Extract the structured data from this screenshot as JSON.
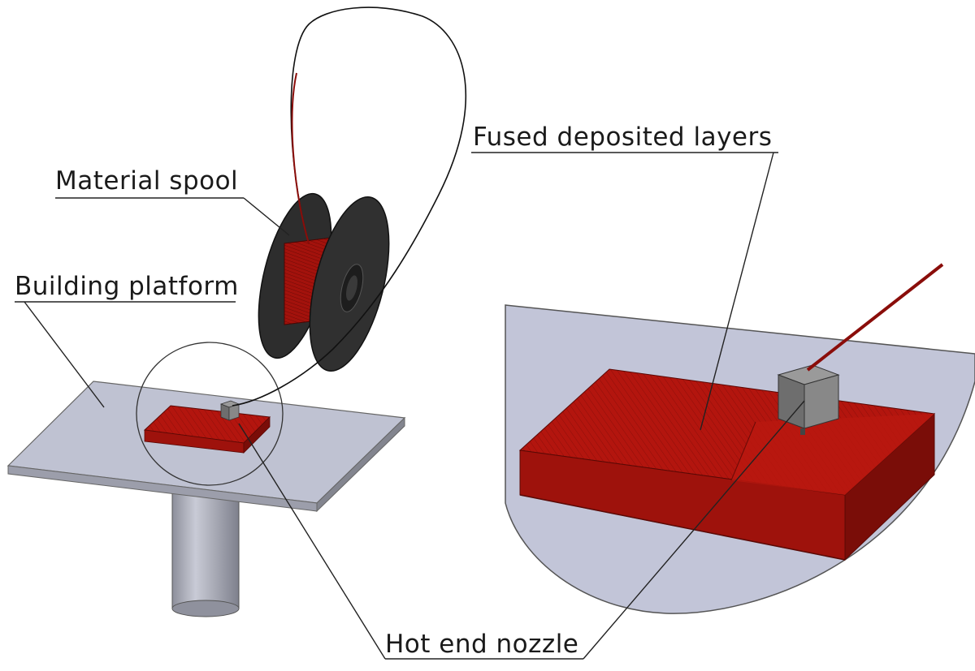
{
  "diagram": {
    "title": "",
    "labels": {
      "material_spool": "Material spool",
      "building_platform": "Building platform",
      "fused_deposited_layers": "Fused deposited layers",
      "hot_end_nozzle": "Hot end nozzle"
    },
    "colors": {
      "platform": "#c4c6d4",
      "platform_edge": "#8e909c",
      "pillar": "#a8aab6",
      "spool_disc": "#2b2b2b",
      "filament": "#a01010",
      "printed_part": "#b5160f",
      "nozzle": "#7d7d7d",
      "zoom_background": "#bfc2d6",
      "leader_line": "#222222"
    }
  }
}
